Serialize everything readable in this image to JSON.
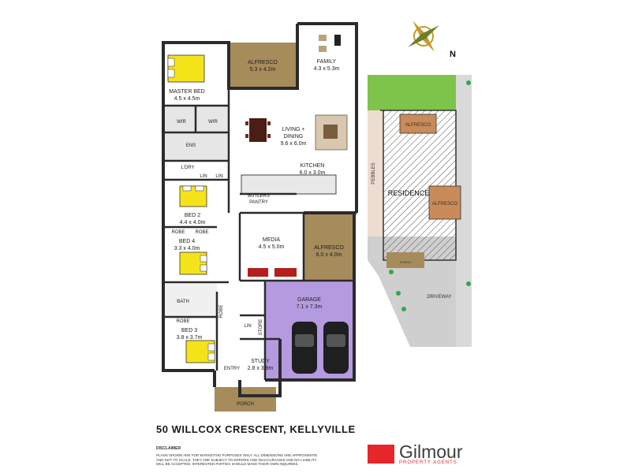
{
  "rooms": {
    "alfresco_top": {
      "name": "ALFRESCO",
      "dim": "5.3 x 4.2m"
    },
    "family": {
      "name": "FAMILY",
      "dim": "4.3 x 5.3m"
    },
    "master_bed": {
      "name": "MASTER BED",
      "dim": "4.5 x 4.5m"
    },
    "wir_left": {
      "name": "WIR"
    },
    "wir_right": {
      "name": "WIR"
    },
    "ens": {
      "name": "ENS"
    },
    "living": {
      "name": "LIVING +",
      "name2": "DINING",
      "dim": "9.6 x 6.0m"
    },
    "ldry": {
      "name": "L'DRY"
    },
    "lin1": {
      "name": "LIN"
    },
    "lin2": {
      "name": "LIN"
    },
    "kitchen": {
      "name": "KITCHEN",
      "dim": "6.0 x 3.0m"
    },
    "butlers": {
      "name": "BUTLERS",
      "name2": "PANTRY"
    },
    "bed2": {
      "name": "BED 2",
      "dim": "4.4 x 4.0m"
    },
    "robe1": {
      "name": "ROBE"
    },
    "robe2": {
      "name": "ROBE"
    },
    "bed4": {
      "name": "BED 4",
      "dim": "3.3 x 4.0m"
    },
    "media": {
      "name": "MEDIA",
      "dim": "4.5 x 5.0m"
    },
    "alfresco_mid": {
      "name": "ALFRESCO",
      "dim": "6.0 x 4.0m"
    },
    "bath": {
      "name": "BATH"
    },
    "robe3": {
      "name": "ROBE"
    },
    "robe4": {
      "name": "ROBE"
    },
    "garage": {
      "name": "GARAGE",
      "dim": "7.1 x 7.3m"
    },
    "lin3": {
      "name": "LIN"
    },
    "store": {
      "name": "STORE"
    },
    "bed3": {
      "name": "BED 3",
      "dim": "3.8 x 3.7m"
    },
    "study": {
      "name": "STUDY",
      "dim": "2.8 x 3.9m"
    },
    "entry": {
      "name": "ENTRY"
    },
    "porch": {
      "name": "PORCH"
    }
  },
  "site": {
    "north": "N",
    "alfresco1": "ALFRESCO",
    "residence": "RESIDENCE",
    "alfresco2": "ALFRESCO",
    "pebbles": "PEBBLES",
    "porch": "PORCH",
    "driveway": "DRIVEWAY"
  },
  "address": "50 WILLCOX CRESCENT, KELLYVILLE",
  "disclaimer": {
    "title": "DISCLAIMER",
    "text": "PLANS SHOWN ARE FOR MARKETING PURPOSES ONLY. ALL DIMENSIONS ARE APPROXIMATE AND NOT TO SCALE. THEY ARE SUBJECT TO ERRORS AND INACCURACIES AND NO LIABILITY WILL BE ACCEPTED. INTERESTED PARTIES SHOULD MAKE THEIR OWN INQUIRIES."
  },
  "brand": {
    "name": "Gilmour",
    "tagline": "PROPERTY AGENTS"
  },
  "colors": {
    "alfresco": "#a68b5b",
    "garage": "#b49be0",
    "bedding": "#f5e31a",
    "grass": "#7ec34a",
    "driveway": "#cfcfcf",
    "pebbles": "#eedcd0",
    "brand_red": "#e5262b",
    "wall": "#2b2b2b"
  }
}
